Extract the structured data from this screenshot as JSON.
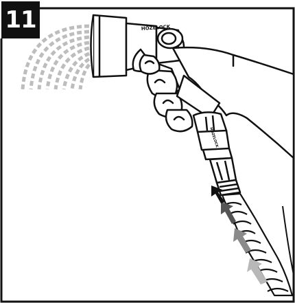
{
  "step": {
    "number": "11"
  },
  "nozzle": {
    "brand": "HOZELOCK"
  },
  "connector": {
    "brand": "HOZELOCK"
  },
  "colors": {
    "ink": "#111111",
    "spray": "#bdbdbd",
    "arrow_dark": "#111111",
    "arrow_mid": "#555555",
    "arrow_light": "#8a8a8a",
    "arrow_lightest": "#b8b8b8"
  }
}
